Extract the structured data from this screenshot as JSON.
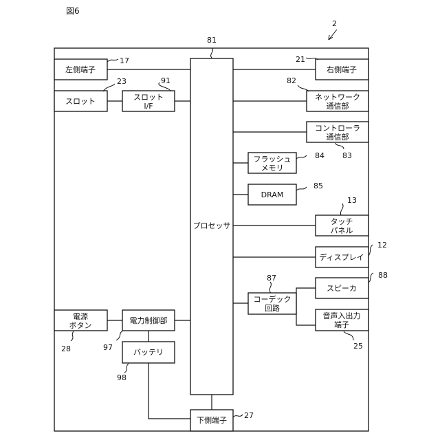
{
  "figure_label": "図6",
  "device_ref": "2",
  "blocks": {
    "processor": {
      "label": "プロセッサ",
      "ref": "81"
    },
    "left_terminal": {
      "label": "左側端子",
      "ref": "17"
    },
    "slot": {
      "label": "スロット",
      "ref": "23"
    },
    "slot_if": {
      "label_line1": "スロット",
      "label_line2": "I/F",
      "ref": "91"
    },
    "right_terminal": {
      "label": "右側端子",
      "ref": "21"
    },
    "network": {
      "label_line1": "ネットワーク",
      "label_line2": "通信部",
      "ref": "82"
    },
    "controller": {
      "label_line1": "コントローラ",
      "label_line2": "通信部",
      "ref": "83"
    },
    "flash": {
      "label_line1": "フラッシュ",
      "label_line2": "メモリ",
      "ref": "84"
    },
    "dram": {
      "label": "DRAM",
      "ref": "85"
    },
    "touch_panel": {
      "label_line1": "タッチ",
      "label_line2": "パネル",
      "ref": "13"
    },
    "display": {
      "label": "ディスプレイ",
      "ref": "12"
    },
    "codec": {
      "label_line1": "コーデック",
      "label_line2": "回路",
      "ref": "87"
    },
    "speaker": {
      "label": "スピーカ",
      "ref": "88"
    },
    "audio_io": {
      "label_line1": "音声入出力",
      "label_line2": "端子",
      "ref": "25"
    },
    "power_button": {
      "label_line1": "電源",
      "label_line2": "ボタン",
      "ref": "28"
    },
    "power_control": {
      "label": "電力制御部",
      "ref": "97"
    },
    "battery": {
      "label": "バッテリ",
      "ref": "98"
    },
    "bottom_terminal": {
      "label": "下側端子",
      "ref": "27"
    }
  }
}
